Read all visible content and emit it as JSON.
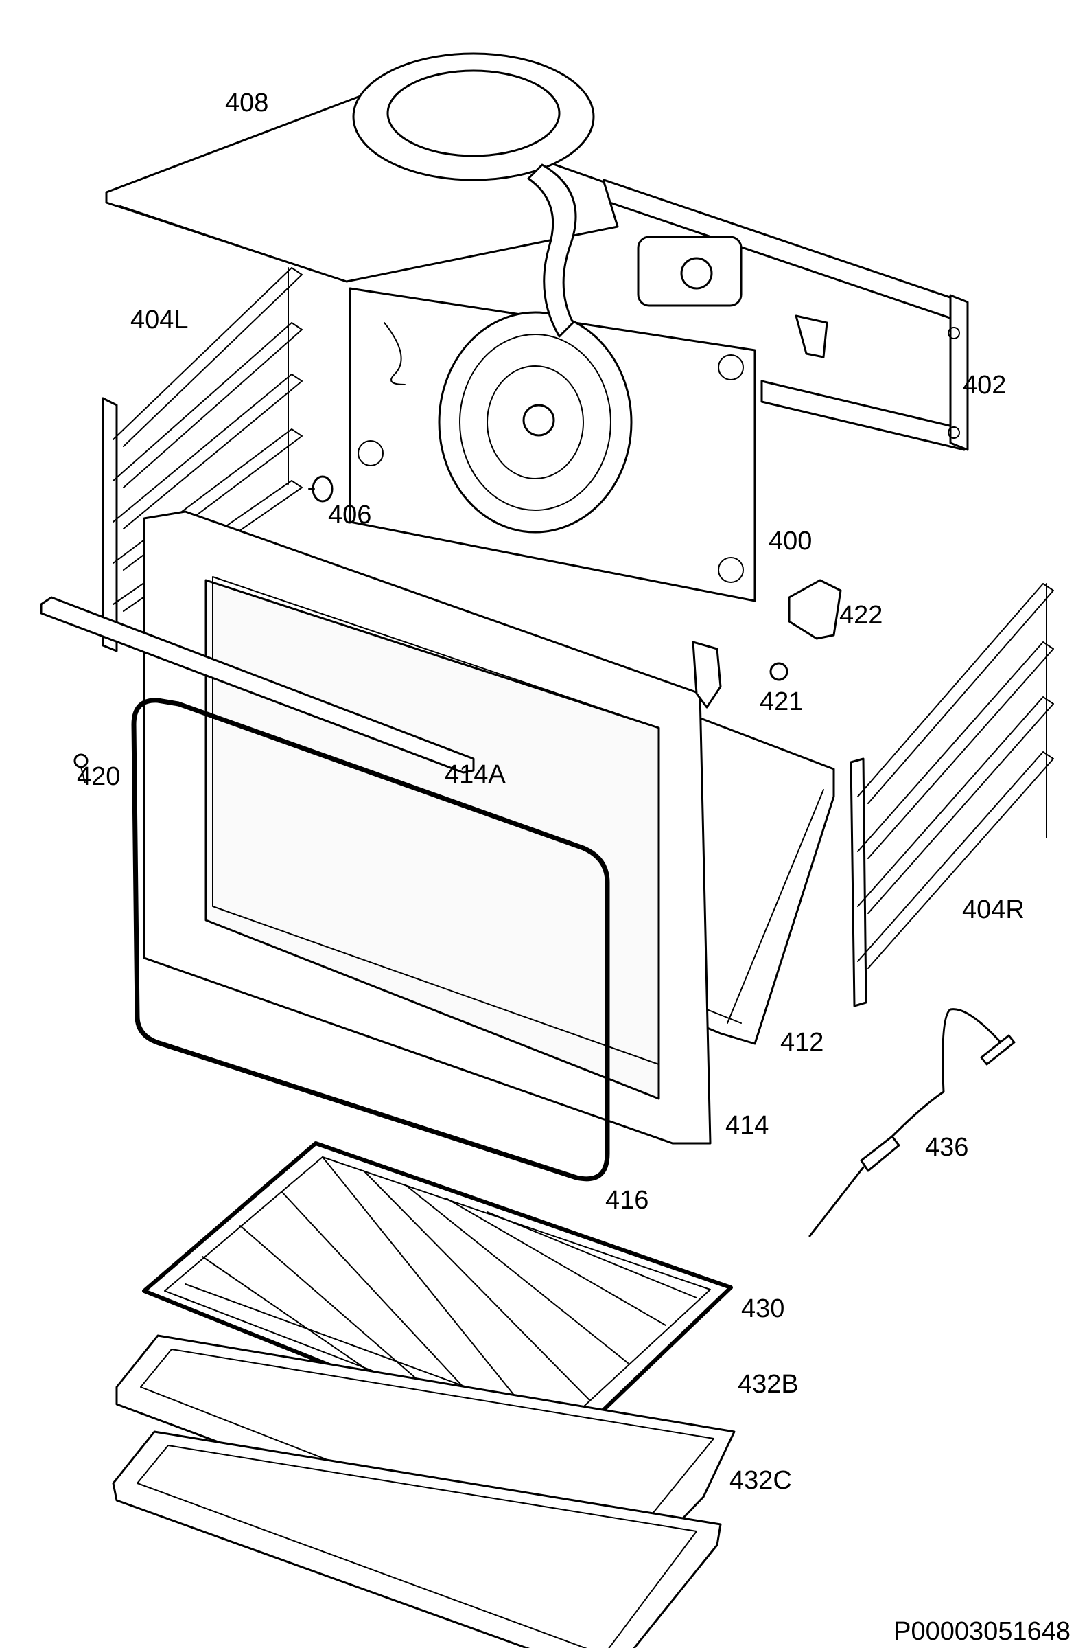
{
  "labels": {
    "p408": "408",
    "p404L": "404L",
    "p402": "402",
    "p406": "406",
    "p400": "400",
    "p422": "422",
    "p421": "421",
    "p420": "420",
    "p414A": "414A",
    "p404R": "404R",
    "p412": "412",
    "p414": "414",
    "p436": "436",
    "p416": "416",
    "p430": "430",
    "p432B": "432B",
    "p432C": "432C"
  },
  "document_id": "P00003051648"
}
